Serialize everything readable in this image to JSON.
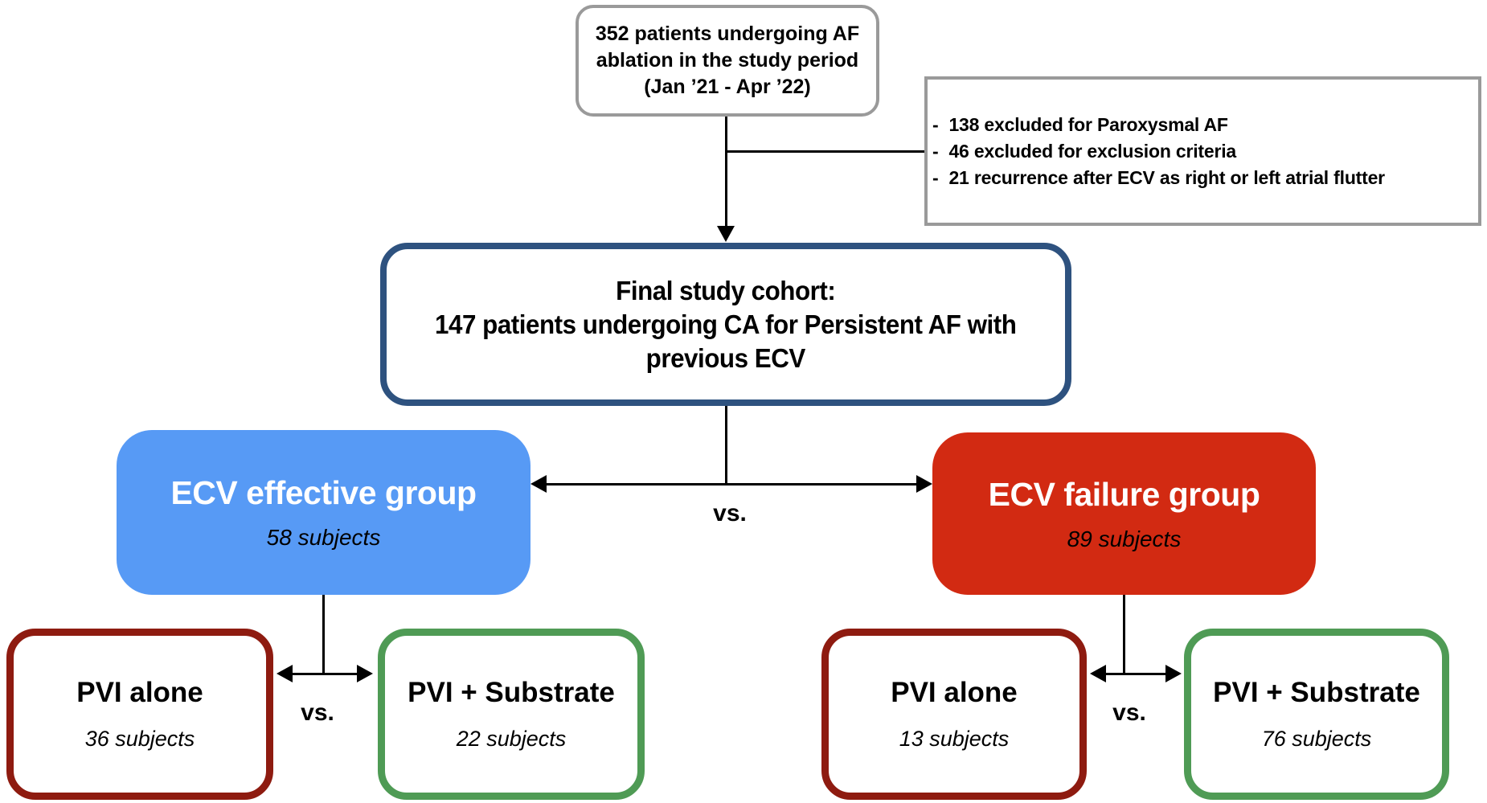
{
  "diagram": {
    "top_box": {
      "text": "352 patients undergoing AF\nablation in the study period\n(Jan ’21 - Apr ’22)"
    },
    "exclusion_box": {
      "bullet": "-",
      "lines": [
        "138 excluded for Paroxysmal AF",
        "46 excluded for exclusion criteria",
        "21 recurrence after ECV as right or left atrial flutter"
      ]
    },
    "cohort_box": {
      "text": "Final study cohort:\n147 patients undergoing CA for Persistent AF with\nprevious ECV"
    },
    "effective_group": {
      "title": "ECV effective group",
      "subtitle": "58 subjects"
    },
    "failure_group": {
      "title": "ECV failure group",
      "subtitle": "89 subjects"
    },
    "vs_labels": {
      "center": "vs.",
      "effective": "vs.",
      "failure": "vs."
    },
    "outcomes": {
      "effective_pvi_alone": {
        "title": "PVI alone",
        "subtitle": "36 subjects"
      },
      "effective_pvi_substrate": {
        "title": "PVI + Substrate",
        "subtitle": "22 subjects"
      },
      "failure_pvi_alone": {
        "title": "PVI alone",
        "subtitle": "13 subjects"
      },
      "failure_pvi_substrate": {
        "title": "PVI + Substrate",
        "subtitle": "76 subjects"
      }
    },
    "colors": {
      "blue": "#579af5",
      "red": "#d22a12",
      "navy": "#2e527f",
      "maroon": "#8e1b10",
      "green": "#4f9b55",
      "gray": "#9a9a9a",
      "line": "#000000"
    }
  }
}
